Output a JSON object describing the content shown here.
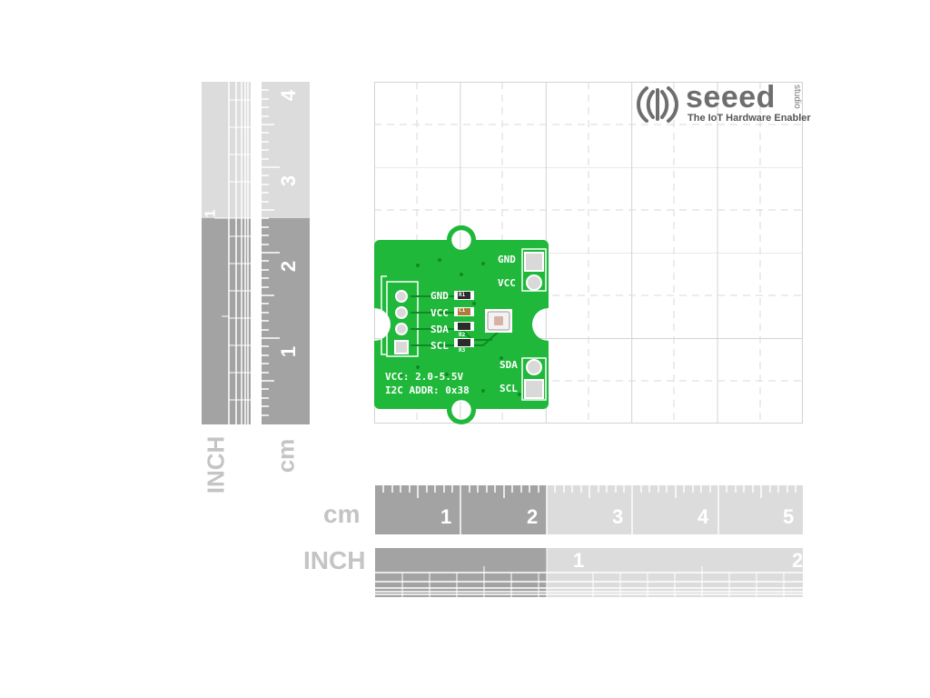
{
  "logo": {
    "brand": "seeed",
    "studio": "studio",
    "tagline": "The IoT Hardware Enabler"
  },
  "rulers": {
    "vertical_cm_ticks": [
      "4",
      "3",
      "2",
      "1"
    ],
    "vertical_inch_ticks": [
      "1"
    ],
    "vertical_cm_unit": "cm",
    "vertical_inch_unit": "INCH",
    "horizontal_cm_ticks": [
      "1",
      "2",
      "3",
      "4",
      "5"
    ],
    "horizontal_cm_unit": "cm",
    "horizontal_inch_ticks": [
      "1",
      "2"
    ],
    "horizontal_inch_unit": "INCH"
  },
  "board": {
    "pins_right_top": [
      "GND",
      "VCC"
    ],
    "pins_right_bottom": [
      "SDA",
      "SCL"
    ],
    "pins_left": [
      "GND",
      "VCC",
      "SDA",
      "SCL"
    ],
    "line1": "VCC: 2.0-5.5V",
    "line2": "I2C ADDR: 0x38",
    "components": [
      "R1",
      "C1",
      "R2",
      "R3"
    ],
    "colors": {
      "pcb": "#1fb83a",
      "pcb_dark": "#0f8a24",
      "pad": "#d9d9d9"
    }
  }
}
